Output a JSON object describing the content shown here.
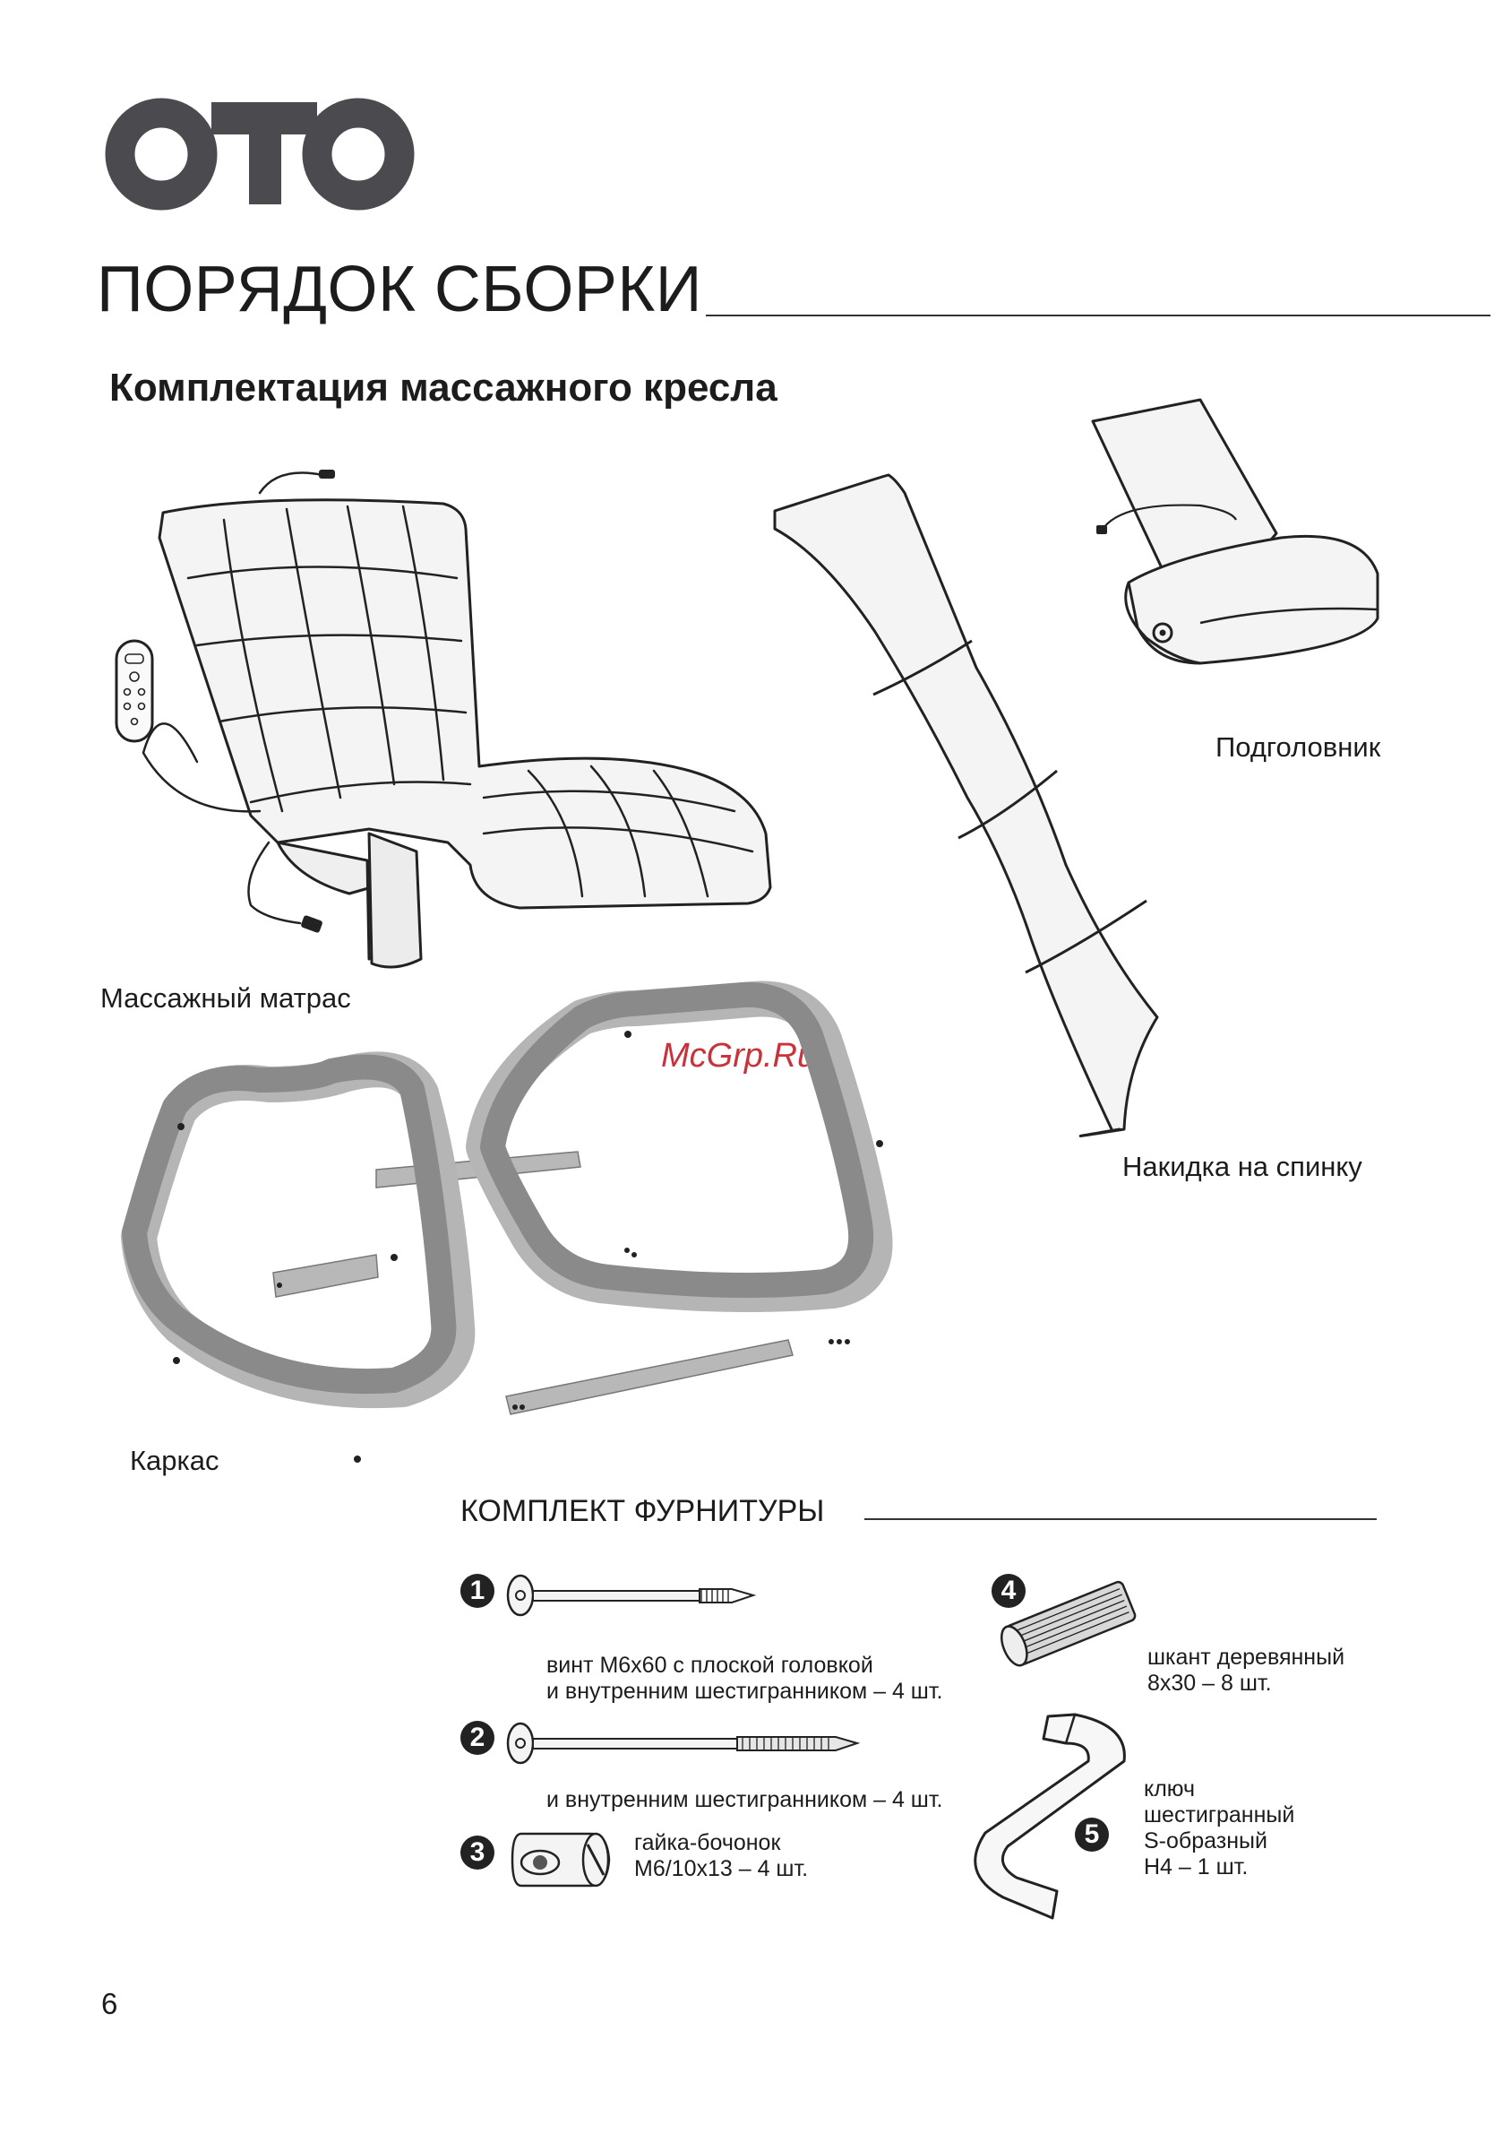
{
  "brand": {
    "logo_text": "ОТО"
  },
  "header": {
    "title": "ПОРЯДОК СБОРКИ"
  },
  "section": {
    "subtitle": "Комплектация массажного кресла"
  },
  "parts": {
    "mattress": "Массажный матрас",
    "headrest": "Подголовник",
    "back_cover": "Накидка на спинку",
    "frame": "Каркас"
  },
  "watermark": "McGrp.Ru",
  "hardware": {
    "title": "КОМПЛЕКТ ФУРНИТУРЫ",
    "items": [
      {
        "number": "1",
        "line1": "винт М6х60 с плоской головкой",
        "line2": "и внутренним шестигранником – 4 шт."
      },
      {
        "number": "2",
        "line1": "",
        "line2": "и внутренним шестигранником – 4 шт."
      },
      {
        "number": "3",
        "line1": "гайка-бочонок",
        "line2": "М6/10х13 – 4 шт."
      },
      {
        "number": "4",
        "line1": "шкант деревянный",
        "line2": "8х30 – 8 шт."
      },
      {
        "number": "5",
        "line1": "ключ",
        "line2": "шестигранный",
        "line3": "S-образный",
        "line4": "Н4 – 1 шт."
      }
    ]
  },
  "page": {
    "number": "6"
  },
  "colors": {
    "frame_gray": "#8c8c8c",
    "frame_light": "#bdbdbd",
    "watermark": "#c8323a",
    "ink": "#1c1c1c"
  }
}
